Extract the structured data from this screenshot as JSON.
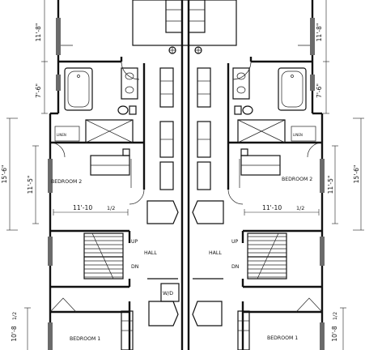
{
  "dimensions": {
    "left_top": "11'-8\"",
    "right_top": "11'-8\"",
    "left_bath": "7'-6\"",
    "right_bath": "7'-6\"",
    "left_outer": "15'-6\"",
    "right_outer": "15'-6\"",
    "left_bedroom_height": "11'-5\"",
    "right_bedroom_height": "11'-5\"",
    "bedroom2_width_left": "11'-10",
    "bedroom2_width_right": "11'-10",
    "bedroom2_width_frac": "1/2",
    "bottom_left": "10'-8",
    "bottom_right": "10'-8",
    "bottom_frac": "1/2"
  },
  "rooms": {
    "bedroom2_left": "BEDROOM 2",
    "bedroom2_right": "BEDROOM 2",
    "bedroom1_left": "BEDROOM 1",
    "bedroom1_right": "BEDROOM 1",
    "hall_left": "HALL",
    "hall_right": "HALL",
    "stairs_up": "UP",
    "stairs_dn": "DN",
    "laundry": "W/D",
    "linen": "LINEN"
  }
}
